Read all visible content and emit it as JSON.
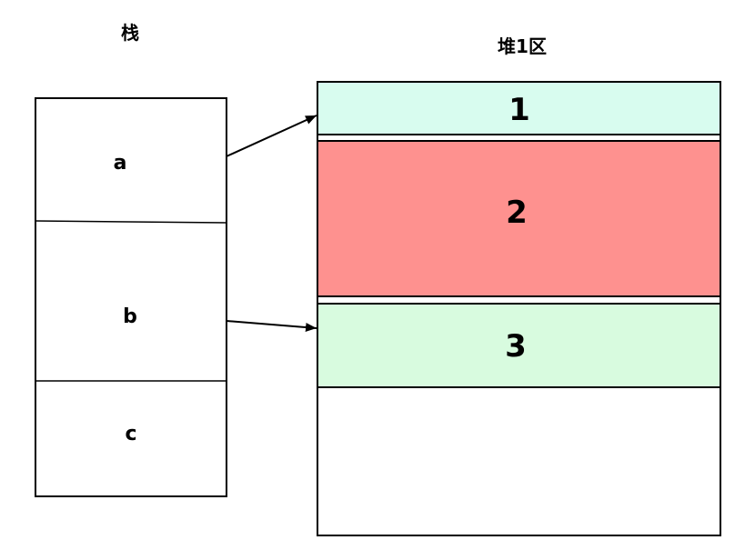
{
  "stack": {
    "title": "栈",
    "variables": [
      "a",
      "b",
      "c"
    ]
  },
  "heap": {
    "title": "堆1区",
    "blocks": [
      {
        "label": "1",
        "color": "#d8fcef"
      },
      {
        "label": "2",
        "color": "#fe918f"
      },
      {
        "label": "3",
        "color": "#d8fbdf"
      }
    ],
    "free_color": "#ffffff"
  }
}
